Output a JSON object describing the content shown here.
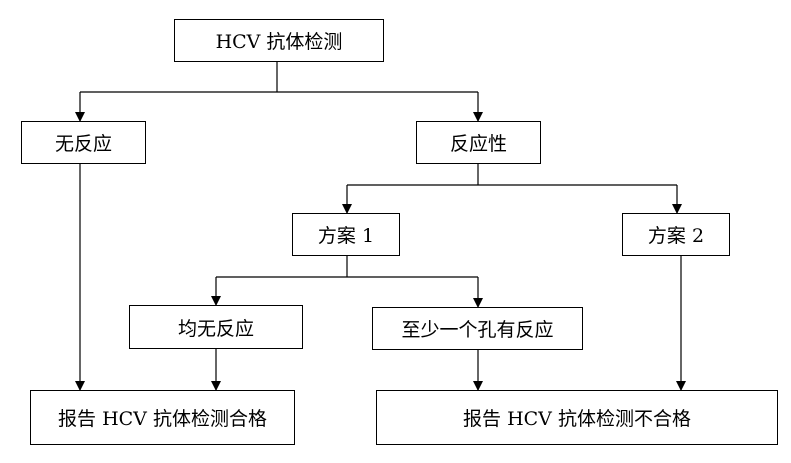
{
  "diagram": {
    "root": "HCV 抗体检测",
    "no_reaction": "无反应",
    "reactive": "反应性",
    "plan1": "方案 1",
    "plan2": "方案 2",
    "all_no_reaction": "均无反应",
    "at_least_one_reactive": "至少一个孔有反应",
    "report_pass": "报告 HCV 抗体检测合格",
    "report_fail": "报告 HCV 抗体检测不合格"
  }
}
